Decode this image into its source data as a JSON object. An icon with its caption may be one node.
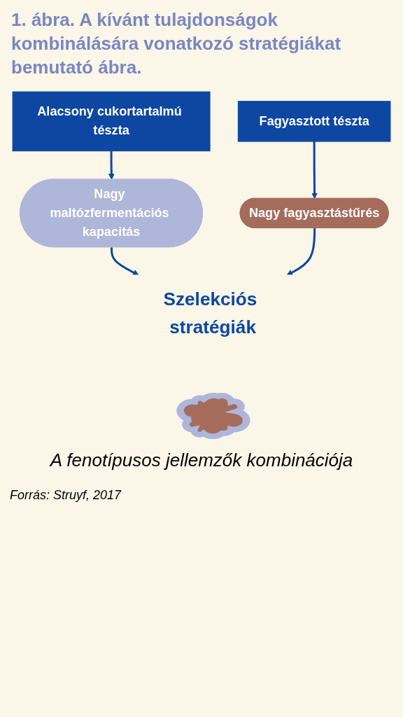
{
  "diagram": {
    "title": "1. ábra. A kívánt tulajdonságok kombinálására vonatkozó stratégiákat bemutató ábra.",
    "caption": "Forrás: Struyf, 2017",
    "nodes": [
      {
        "text": [
          "Alacsony cukortartalmú tészta"
        ]
      },
      {
        "text": [
          "Fagyasztott tészta"
        ]
      },
      {
        "text": [
          "Nagy maltózfermentációs kapacitás"
        ]
      },
      {
        "text": [
          "Nagy fagyasztástűrés"
        ]
      },
      {
        "text": [
          "Szelekciós stratégiák"
        ]
      },
      {
        "text": [],
        "shape": "cloud",
        "beside": [
          "A fenotípusos jellemzők kombinációja"
        ]
      }
    ],
    "edges": [
      {
        "from": 0,
        "to": 2,
        "arrow": "to"
      },
      {
        "from": 1,
        "to": 3,
        "arrow": "to"
      },
      {
        "from": 2,
        "to": 4,
        "arrow": "to"
      },
      {
        "from": 3,
        "to": 4,
        "arrow": "to"
      }
    ]
  }
}
